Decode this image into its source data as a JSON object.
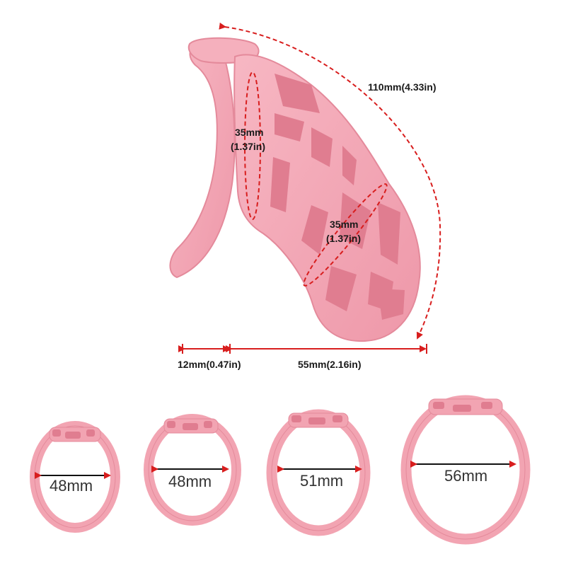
{
  "colors": {
    "body": "#f2a4b2",
    "body_shade": "#e58b9c",
    "body_light": "#f9c6cf",
    "dimension": "#d81e1e",
    "ring_text": "#333333",
    "background": "#ffffff"
  },
  "dimensions": {
    "length": "110mm(4.33in)",
    "diameter_top": {
      "line1": "35mm",
      "line2": "(1.37in)"
    },
    "diameter_tip": {
      "line1": "35mm",
      "line2": "(1.37in)"
    },
    "gap": "12mm(0.47in)",
    "depth": "55mm(2.16in)"
  },
  "rings": [
    {
      "label": "48mm"
    },
    {
      "label": "48mm"
    },
    {
      "label": "51mm"
    },
    {
      "label": "56mm"
    }
  ]
}
